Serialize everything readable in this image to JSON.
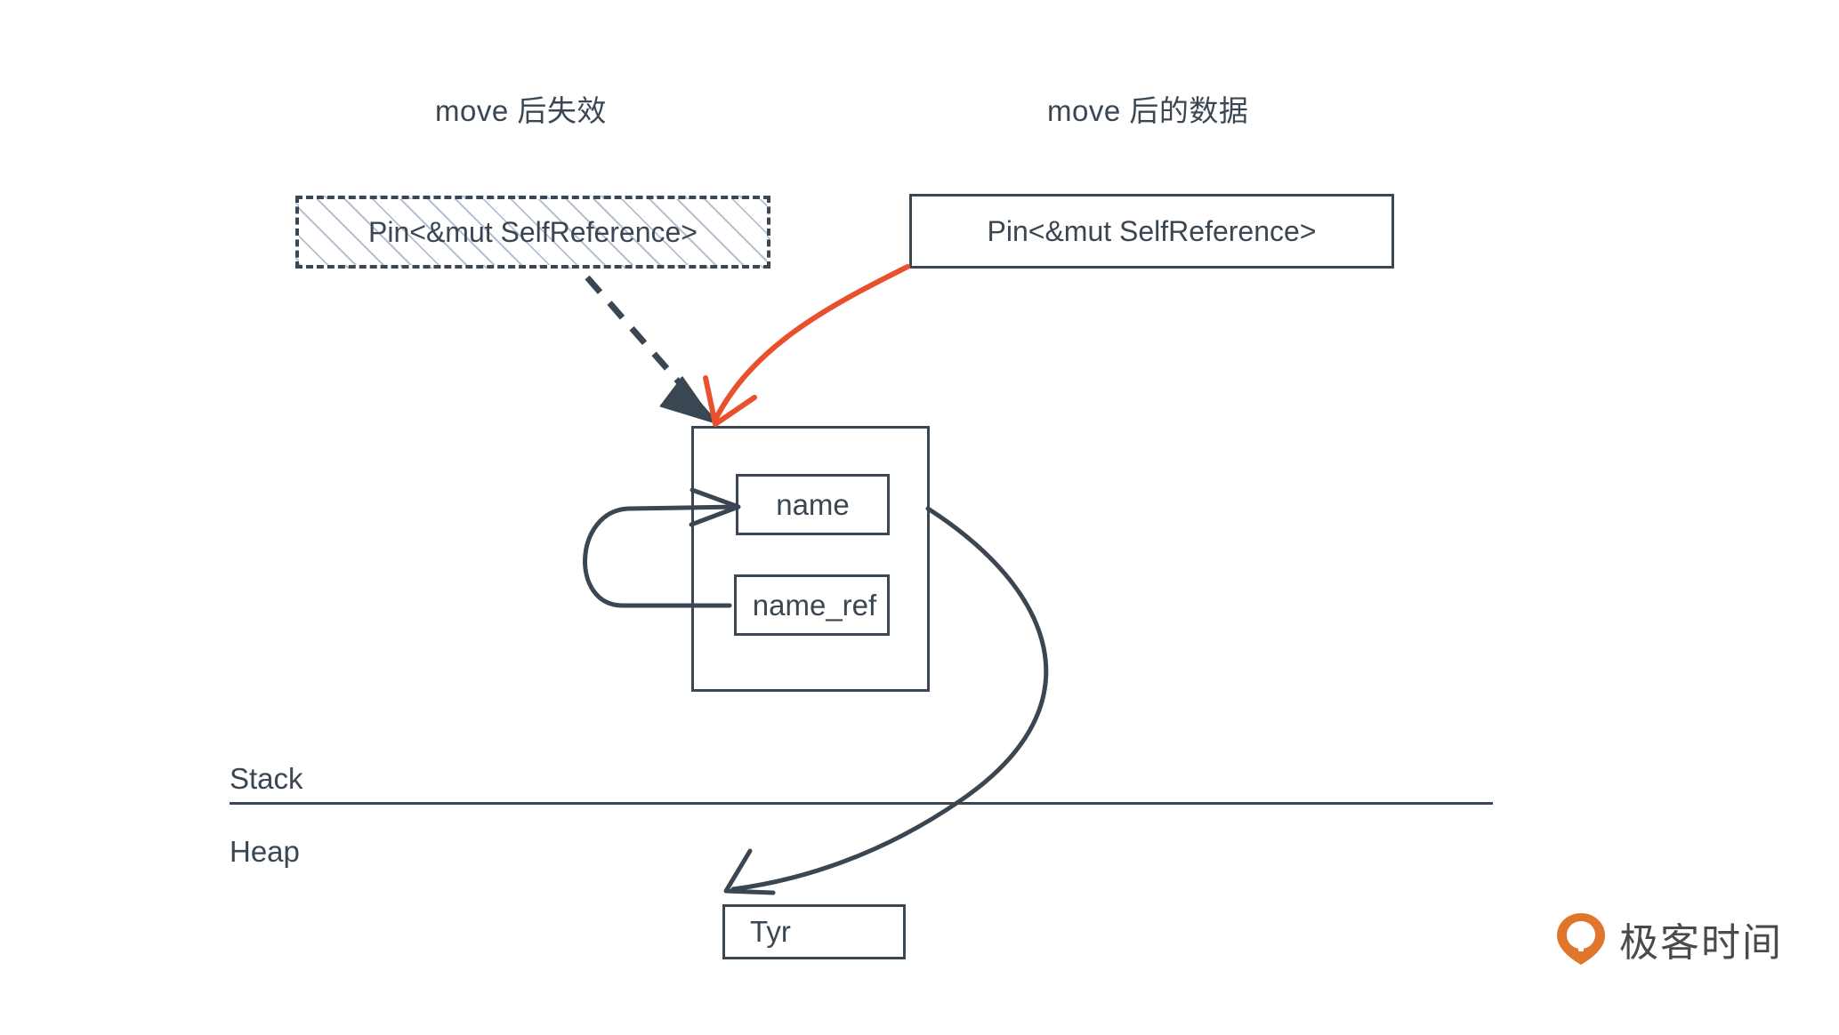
{
  "headings": {
    "left": "move 后失效",
    "right": "move 后的数据"
  },
  "boxes": {
    "pin_invalid": "Pin<&mut SelfReference>",
    "pin_valid": "Pin<&mut SelfReference>",
    "field_name": "name",
    "field_name_ref": "name_ref",
    "heap_value": "Tyr"
  },
  "memory": {
    "stack_label": "Stack",
    "heap_label": "Heap"
  },
  "brand": {
    "name": "极客时间"
  },
  "colors": {
    "ink": "#3a4652",
    "accent_red": "#e8502e",
    "hatch": "#7a8cab",
    "logo_orange": "#e0762c"
  }
}
